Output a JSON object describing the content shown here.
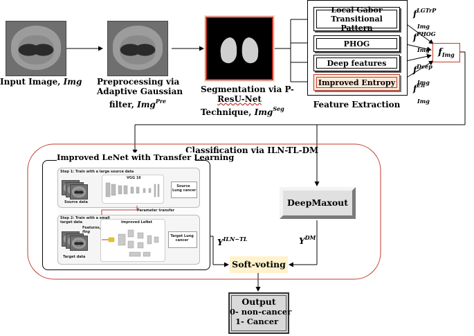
{
  "input_stage": {
    "label_text": "Input Image, ",
    "label_math": "Img"
  },
  "preprocess_stage": {
    "line1": "Preprocessing via",
    "line2": "Adaptive Gaussian",
    "line3_text": "filter, ",
    "line3_math": "Img",
    "line3_sup": "Pre"
  },
  "segmentation_stage": {
    "line1": "Segmentation via P-",
    "line2": "ResU-Net",
    "line3_text": "Technique, ",
    "line3_math": "Img",
    "line3_sup": "Seg"
  },
  "feature_extraction": {
    "title": "Feature Extraction",
    "boxes": [
      {
        "label_line1": "Local Gabor",
        "label_line2": "Transitional Pattern",
        "sym": "f",
        "sub": "Img",
        "sup": "LGTrP"
      },
      {
        "label_line1": "PHOG",
        "label_line2": "",
        "sym": "f",
        "sub": "Img",
        "sup": "PHOG"
      },
      {
        "label_line1": "Deep features",
        "label_line2": "",
        "sym": "f",
        "sub": "Img",
        "sup": "Deep"
      },
      {
        "label_line1": "Improved Entropy",
        "label_line2": "",
        "sym": "f",
        "sub": "Img",
        "sup": "En"
      }
    ],
    "combined": {
      "sym": "f",
      "sub": "Img"
    }
  },
  "classification": {
    "title": "Classification via ILN-TL-DM",
    "lenet_title": "Improved LeNet with Transfer Learning",
    "lenet_panel": {
      "step1": "Step 1: Train with a large source data",
      "vgg": "VGG 16",
      "source_data": "Source data",
      "source_task_line1": "Source",
      "source_task_line2": "Lung cancer",
      "param_transfer": "Parameter transfer",
      "step2_line1": "Step 2: Train with a small",
      "step2_line2": "target data",
      "features_line1": "Features,",
      "features_line2": "fing",
      "improved_lenet": "Improved LeNet",
      "target_task_line1": "Target Lung",
      "target_task_line2": "cancer",
      "target_data": "Target data"
    },
    "lenet_output": {
      "sym": "Y",
      "sup": "ILN−TL"
    },
    "deepmaxout": "DeepMaxout",
    "dm_output": {
      "sym": "Y",
      "sup": "DM"
    },
    "soft_voting": "Soft-voting"
  },
  "output": {
    "title": "Output",
    "line1": "0- non-cancer",
    "line2": "1- Cancer"
  },
  "colors": {
    "accent_red": "#c0392b",
    "entropy_fill": "#fde9d9",
    "softvote_fill": "#fff2cc",
    "output_fill": "#d9d9d9"
  }
}
